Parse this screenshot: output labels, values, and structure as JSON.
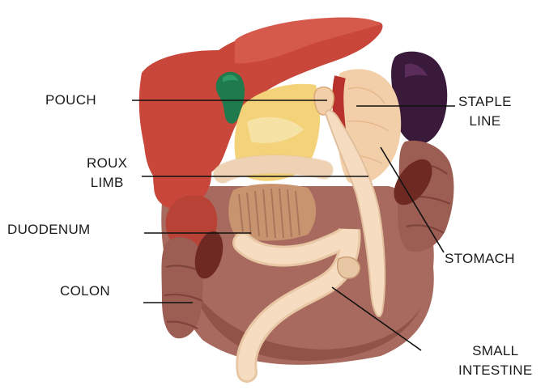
{
  "labels": {
    "pouch": "POUCH",
    "staple_line_1": "STAPLE",
    "staple_line_2": "LINE",
    "roux_limb_1": "ROUX",
    "roux_limb_2": "LIMB",
    "duodenum": "DUODENUM",
    "stomach": "STOMACH",
    "colon": "COLON",
    "small_intestine_1": "SMALL",
    "small_intestine_2": "INTESTINE"
  },
  "colors": {
    "liver": "#c9473a",
    "liver_shade": "#a8352b",
    "gallbladder": "#1f7a4e",
    "spleen": "#3a1a3a",
    "stomach": "#f2cfa8",
    "pouch_fat": "#f3d27a",
    "intestine": "#f6dcc0",
    "colon": "#9c5d52",
    "kidney": "#6e2a22",
    "background_tissue": "#a86a5e",
    "leader_line": "#111111"
  }
}
